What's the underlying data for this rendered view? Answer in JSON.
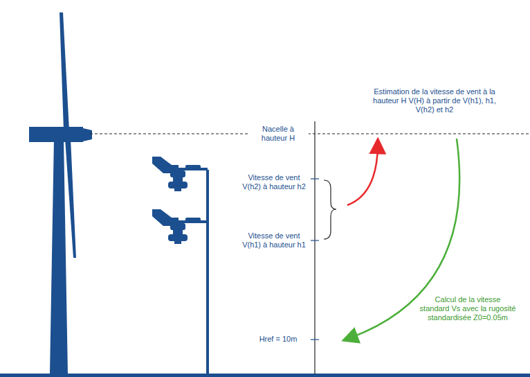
{
  "diagram": {
    "labels": [
      "Estimation de la vitesse de vent à la hauteur H V(H) à partir de V(h1), h1, V(h2) et h2",
      "Nacelle à hauteur H",
      "Vitesse de vent V(h2) à hauteur h2",
      "Vitesse de vent V(h1) à hauteur h1",
      "Calcul de la vitesse standard Vs avec la rugosité standardisée Z0=0.05m",
      "Href = 10m"
    ]
  }
}
